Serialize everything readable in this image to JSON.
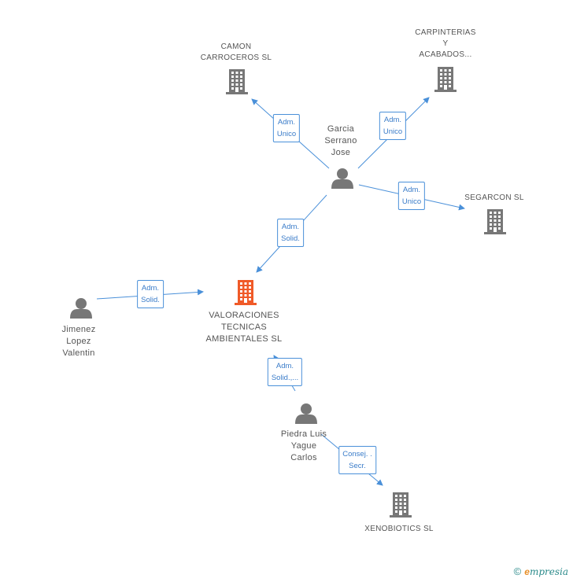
{
  "nodes": {
    "camon": {
      "label": "CAMON\nCARROCEROS SL",
      "type": "company"
    },
    "carpinterias": {
      "label": "CARPINTERIAS\nY\nACABADOS...",
      "type": "company"
    },
    "garcia": {
      "label": "Garcia\nSerrano\nJose",
      "type": "person"
    },
    "segarcon": {
      "label": "SEGARCON SL",
      "type": "company"
    },
    "valoraciones": {
      "label": "VALORACIONES\nTECNICAS\nAMBIENTALES SL",
      "type": "company-main"
    },
    "jimenez": {
      "label": "Jimenez\nLopez\nValentin",
      "type": "person"
    },
    "piedra": {
      "label": "Piedra Luis\nYague\nCarlos",
      "type": "person"
    },
    "xenobiotics": {
      "label": "XENOBIOTICS SL",
      "type": "company"
    }
  },
  "edges": [
    {
      "from": "garcia",
      "to": "camon",
      "label": "Adm.\nUnico"
    },
    {
      "from": "garcia",
      "to": "carpinterias",
      "label": "Adm.\nUnico"
    },
    {
      "from": "garcia",
      "to": "segarcon",
      "label": "Adm.\nUnico"
    },
    {
      "from": "garcia",
      "to": "valoraciones",
      "label": "Adm.\nSolid."
    },
    {
      "from": "jimenez",
      "to": "valoraciones",
      "label": "Adm.\nSolid."
    },
    {
      "from": "piedra",
      "to": "valoraciones",
      "label": "Adm.\nSolid.,..."
    },
    {
      "from": "piedra",
      "to": "xenobiotics",
      "label": "Consej. .\nSecr."
    }
  ],
  "colors": {
    "edge": "#4a90d9",
    "company_icon": "#777777",
    "main_icon": "#f05a28",
    "person_icon": "#777777"
  },
  "footer": {
    "copyright": "©",
    "brand_first": "e",
    "brand_rest": "mpresia"
  }
}
